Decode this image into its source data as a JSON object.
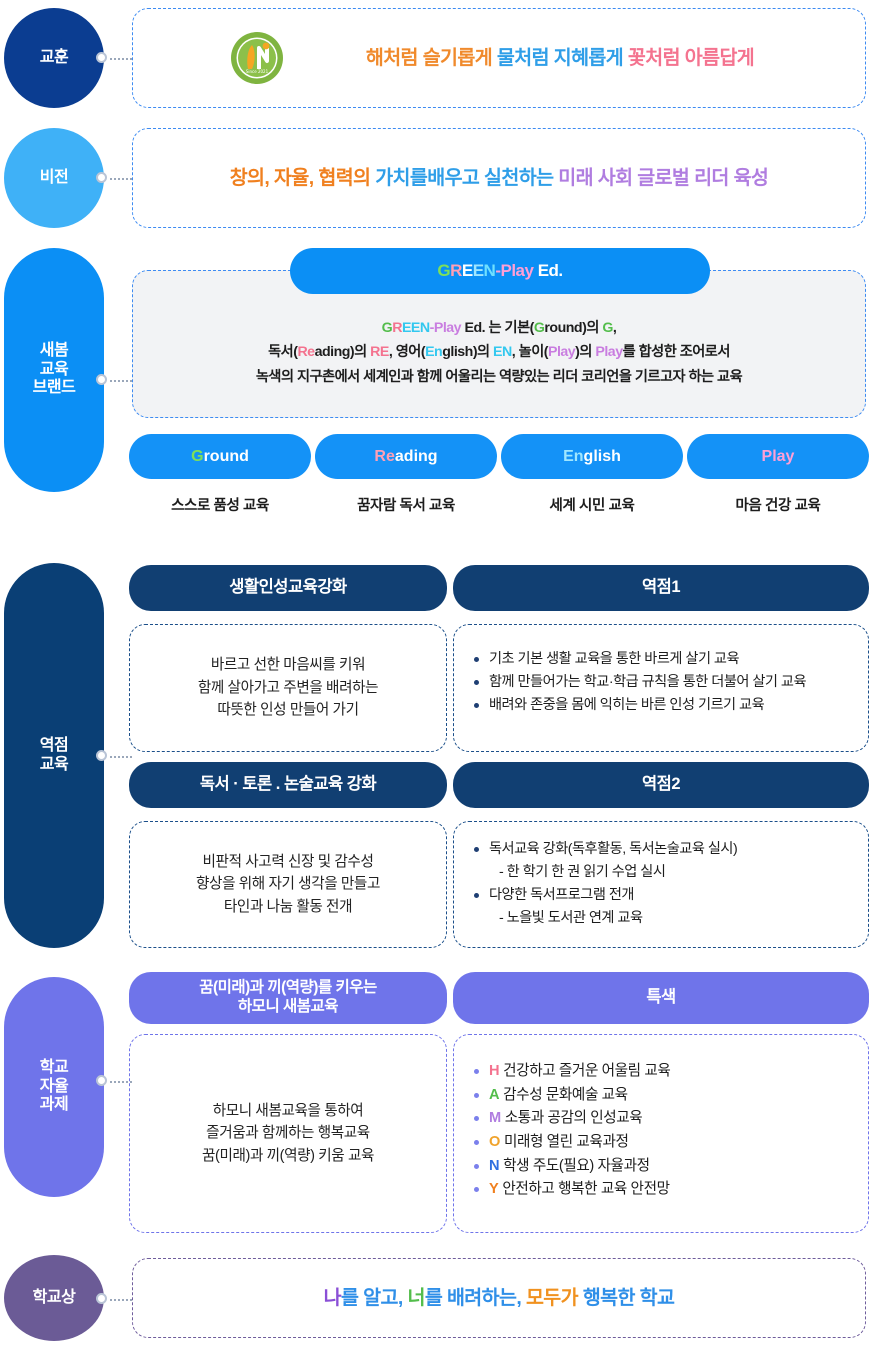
{
  "colors": {
    "navy_dark": "#0b3d91",
    "sky": "#3fb1f7",
    "blue": "#0b8ff5",
    "navy_deep": "#0a3f75",
    "periwinkle": "#6f74ea",
    "plum": "#6b5b96",
    "orange": "#f08a2c",
    "pink": "#f4738f",
    "green": "#53bd4b",
    "purple": "#b07de0",
    "cyan": "#33c8ef"
  },
  "badges": [
    {
      "id": "gyohun",
      "lines": [
        "교훈"
      ]
    },
    {
      "id": "vision",
      "lines": [
        "비전"
      ]
    },
    {
      "id": "brand",
      "lines": [
        "새봄",
        "교육",
        "브랜드"
      ]
    },
    {
      "id": "focus",
      "lines": [
        "역점",
        "교육"
      ]
    },
    {
      "id": "autonomy",
      "lines": [
        "학교",
        "자율",
        "과제"
      ]
    },
    {
      "id": "image",
      "lines": [
        "학교상"
      ]
    }
  ],
  "motto": {
    "logo_alt": "school-emblem",
    "parts": [
      {
        "text": "해처럼 슬기롭게",
        "color": "#f08a2c"
      },
      {
        "text": "물처럼 지혜롭게",
        "color": "#2f9ee8"
      },
      {
        "text": "꽃처럼 아름답게",
        "color": "#f4738f"
      }
    ]
  },
  "vision": {
    "parts": [
      {
        "text": "창의, 자율, 협력의",
        "color": "#f0801f"
      },
      {
        "text": "가치를배우고 실천하는",
        "color": "#2f9ee8"
      },
      {
        "text": "미래 사회 글로벌 리더 육성",
        "color": "#b07de0"
      }
    ]
  },
  "brand": {
    "header_segments": [
      {
        "t": "G",
        "c": "#7ee05a"
      },
      {
        "t": "R",
        "c": "#ff9fb5"
      },
      {
        "t": "E",
        "c": "#ffffff"
      },
      {
        "t": "E",
        "c": "#9fe6ff"
      },
      {
        "t": "N",
        "c": "#6fe0ff"
      },
      {
        "t": "-Play",
        "c": "#ff9fd6"
      },
      {
        "t": " Ed.",
        "c": "#ffffff"
      }
    ],
    "description_lines": [
      [
        {
          "t": "G",
          "c": "#53bd4b"
        },
        {
          "t": "R",
          "c": "#f4738f"
        },
        {
          "t": "EE",
          "c": "#33c8ef"
        },
        {
          "t": "N",
          "c": "#33c8ef"
        },
        {
          "t": "-Play",
          "c": "#c97de0"
        },
        {
          "t": " Ed. 는 기본(",
          "c": "#1d1d1d"
        },
        {
          "t": "G",
          "c": "#53bd4b"
        },
        {
          "t": "round)의 ",
          "c": "#1d1d1d"
        },
        {
          "t": "G",
          "c": "#53bd4b"
        },
        {
          "t": ",",
          "c": "#1d1d1d"
        }
      ],
      [
        {
          "t": "독서(",
          "c": "#1d1d1d"
        },
        {
          "t": "Re",
          "c": "#f4738f"
        },
        {
          "t": "ading)의 ",
          "c": "#1d1d1d"
        },
        {
          "t": "RE",
          "c": "#f4738f"
        },
        {
          "t": ", 영어(",
          "c": "#1d1d1d"
        },
        {
          "t": "En",
          "c": "#33c8ef"
        },
        {
          "t": "glish)의 ",
          "c": "#1d1d1d"
        },
        {
          "t": "EN",
          "c": "#33c8ef"
        },
        {
          "t": ", 놀이(",
          "c": "#1d1d1d"
        },
        {
          "t": "Play",
          "c": "#c97de0"
        },
        {
          "t": ")의 ",
          "c": "#1d1d1d"
        },
        {
          "t": "Play",
          "c": "#c97de0"
        },
        {
          "t": "를 합성한 조어로서",
          "c": "#1d1d1d"
        }
      ],
      [
        {
          "t": "녹색의 지구촌에서 세계인과 함께 어울리는 역량있는 리더 코리언을 기르고자 하는 교육",
          "c": "#1d1d1d"
        }
      ]
    ],
    "pills": [
      {
        "segments": [
          {
            "t": "G",
            "c": "#7ee05a"
          },
          {
            "t": "round",
            "c": "#ffffff"
          }
        ],
        "caption": "스스로 품성 교육"
      },
      {
        "segments": [
          {
            "t": "R",
            "c": "#ff9fb5"
          },
          {
            "t": "e",
            "c": "#ff9fb5"
          },
          {
            "t": "ading",
            "c": "#ffffff"
          }
        ],
        "caption": "꿈자람 독서 교육"
      },
      {
        "segments": [
          {
            "t": "En",
            "c": "#9fe6ff"
          },
          {
            "t": "glish",
            "c": "#ffffff"
          }
        ],
        "caption": "세계 시민 교육"
      },
      {
        "segments": [
          {
            "t": "Play",
            "c": "#ff9fd6"
          }
        ],
        "caption": "마음 건강 교육"
      }
    ]
  },
  "focus": {
    "rows": [
      {
        "left_header": "생활인성교육강화",
        "right_header": "역점1",
        "left_lines": [
          "바르고 선한 마음씨를 키워",
          "함께 살아가고 주변을 배려하는",
          "따뜻한 인성 만들어 가기"
        ],
        "right_items": [
          {
            "text": "기초 기본 생활 교육을 통한 바르게 살기 교육",
            "sub": false
          },
          {
            "text": "함께 만들어가는 학교·학급 규칙을 통한 더불어 살기 교육",
            "sub": false
          },
          {
            "text": "배려와 존중을 몸에 익히는 바른 인성 기르기 교육",
            "sub": false
          }
        ]
      },
      {
        "left_header": "독서 · 토론 . 논술교육 강화",
        "right_header": "역점2",
        "left_lines": [
          "비판적 사고력 신장 및 감수성",
          "향상을 위해 자기 생각을 만들고",
          "타인과 나눔 활동 전개"
        ],
        "right_items": [
          {
            "text": "독서교육 강화(독후활동, 독서논술교육 실시)",
            "sub": false
          },
          {
            "text": "- 한 학기 한 권 읽기 수업 실시",
            "sub": true
          },
          {
            "text": "다양한 독서프로그램 전개",
            "sub": false
          },
          {
            "text": "- 노을빛 도서관 연계 교육",
            "sub": true
          }
        ]
      }
    ]
  },
  "autonomy": {
    "left_header_lines": [
      "꿈(미래)과 끼(역량)를 키우는",
      "하모니 새봄교육"
    ],
    "right_header": "특색",
    "left_lines": [
      "하모니 새봄교육을 통하여",
      "즐거움과 함께하는 행복교육",
      "꿈(미래)과 끼(역량) 키움 교육"
    ],
    "right_items": [
      {
        "letter": "H",
        "color": "#f4738f",
        "text": "건강하고 즐거운 어울림 교육"
      },
      {
        "letter": "A",
        "color": "#53bd4b",
        "text": "감수성 문화예술 교육"
      },
      {
        "letter": "M",
        "color": "#b07de0",
        "text": "소통과 공감의 인성교육"
      },
      {
        "letter": "O",
        "color": "#f0a32c",
        "text": "미래형 열린 교육과정"
      },
      {
        "letter": "N",
        "color": "#2f6fe0",
        "text": "학생 주도(필요) 자율과정"
      },
      {
        "letter": "Y",
        "color": "#f0801f",
        "text": "안전하고 행복한 교육 안전망"
      }
    ]
  },
  "school_image": {
    "parts": [
      {
        "text": "나",
        "color": "#8a4fd6"
      },
      {
        "text": "를 알고, ",
        "color": "#2f8fe8"
      },
      {
        "text": "너",
        "color": "#53bd4b"
      },
      {
        "text": "를 배려하는, ",
        "color": "#2f8fe8"
      },
      {
        "text": "모두가",
        "color": "#f0911f"
      },
      {
        "text": " 행복한 학교",
        "color": "#2f8fe8"
      }
    ]
  }
}
